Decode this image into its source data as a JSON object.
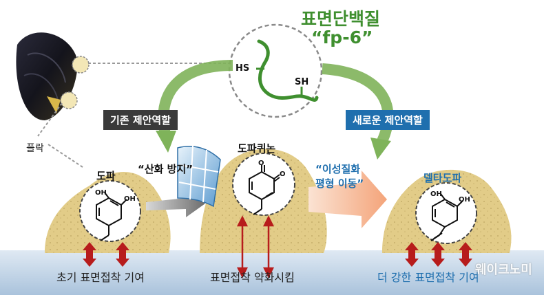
{
  "title": {
    "line1": "표면단백질",
    "line2": "“fp-6”"
  },
  "protein": {
    "hs_left": "HS",
    "sh_right": "SH"
  },
  "labels": {
    "plaque": "플락",
    "existing_role": "기존 제안역할",
    "new_role": "새로운 제안역할",
    "dopa": "도파",
    "dopaquinone": "도파퀴논",
    "delta_dopa": "델타도파",
    "oxidation_prevention": "“산화 방지”",
    "isomerization_line1": "“이성질화",
    "isomerization_line2": "평형 이동”"
  },
  "bottom": {
    "left": "초기 표면접착 기여",
    "middle": "표면접착 약화시킴",
    "right": "더 강한 표면접착 기여"
  },
  "watermark": "웨이크노미",
  "colors": {
    "title_green": "#3f8f2f",
    "existing_box": "#3a3a3a",
    "new_box": "#1f6fae",
    "arrow_red": "#b71c1c",
    "arrow_green": "#7fb35a",
    "blob_tan": "#e2cc88",
    "surface_blue": "#c9dbeb"
  }
}
